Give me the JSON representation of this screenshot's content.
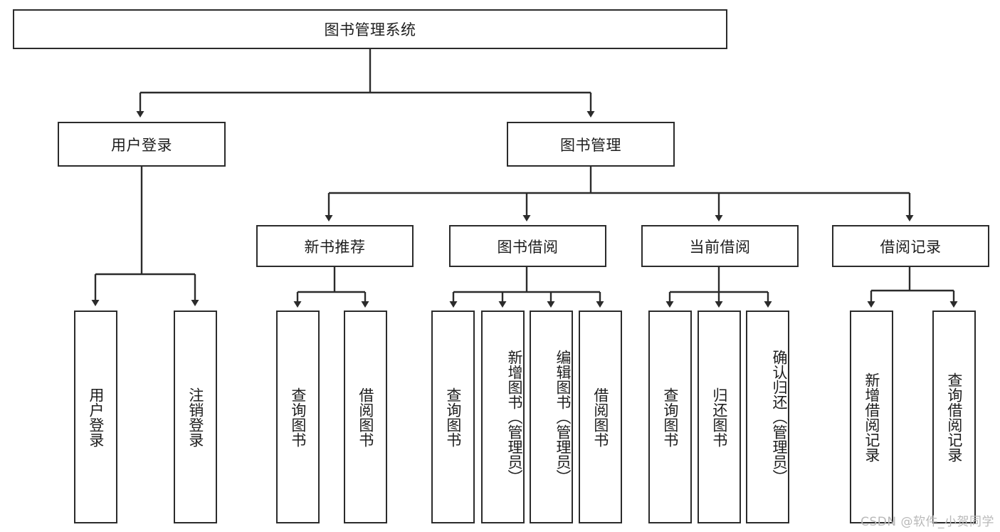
{
  "diagram": {
    "title": "图书管理系统",
    "type": "tree-structure-chart",
    "watermark": "CSDN @软件_小贺同学",
    "colors": {
      "stroke": "#2b2b2b",
      "fill": "#ffffff",
      "text": "#1d1d1d",
      "watermark": "#b9b9b9"
    },
    "root": {
      "label": "图书管理系统"
    },
    "level1": [
      {
        "label": "用户登录"
      },
      {
        "label": "图书管理"
      }
    ],
    "level2": [
      {
        "label": "新书推荐"
      },
      {
        "label": "图书借阅"
      },
      {
        "label": "当前借阅"
      },
      {
        "label": "借阅记录"
      }
    ],
    "leaves": {
      "user_login": [
        {
          "label": "用户登录"
        },
        {
          "label": "注销登录"
        }
      ],
      "new_book_recommend": [
        {
          "label": "查询图书"
        },
        {
          "label": "借阅图书"
        }
      ],
      "book_borrow": [
        {
          "label": "查询图书"
        },
        {
          "label": "新增图书（管理员）"
        },
        {
          "label": "编辑图书（管理员）"
        },
        {
          "label": "借阅图书"
        }
      ],
      "current_borrow": [
        {
          "label": "查询图书"
        },
        {
          "label": "归还图书"
        },
        {
          "label": "确认归还（管理员）"
        }
      ],
      "borrow_records": [
        {
          "label": "新增借阅记录"
        },
        {
          "label": "查询借阅记录"
        }
      ]
    }
  }
}
